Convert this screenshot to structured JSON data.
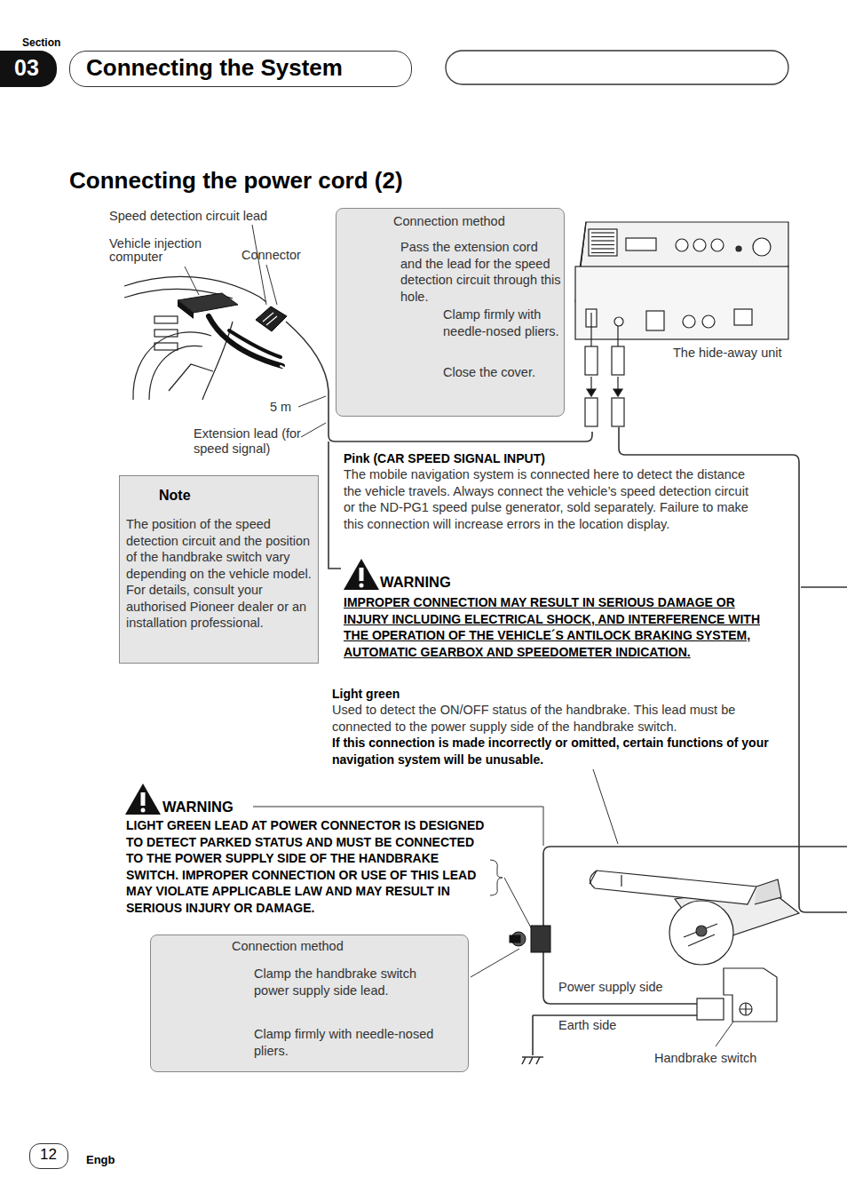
{
  "diagram": {
    "title": "Connecting the power cord (2)",
    "nodes": [
      {
        "text": [
          "03"
        ]
      },
      {
        "text": [
          "Connecting the System"
        ]
      },
      {
        "text": [
          "Connection method",
          "Pass the extension cord and the lead for the speed detection circuit through this hole.",
          "Clamp firmly with needle-nosed pliers.",
          "Close the cover."
        ]
      },
      {
        "text": [
          "Note",
          "The position of the speed detection circuit and the position of the handbrake switch vary depending on the vehicle model. For details, consult your authorised Pioneer dealer or an installation professional."
        ]
      },
      {
        "text": [
          "Connection method",
          "Clamp the handbrake switch power supply side lead.",
          "Clamp firmly with needle-nosed pliers."
        ]
      },
      {
        "text": [
          "12"
        ]
      }
    ],
    "labels": [
      "Section",
      "Speed detection circuit lead",
      "Vehicle injection computer",
      "Connector",
      "5 m",
      "Extension lead (for speed signal)",
      "The hide-away unit",
      "Pink (CAR SPEED SIGNAL INPUT)",
      "The mobile navigation system is connected here to detect the distance the vehicle travels. Always connect the vehicle’s speed detection circuit or the ND-PG1 speed pulse generator, sold separately. Failure to make this connection will increase errors in the location display.",
      "WARNING",
      "IMPROPER CONNECTION MAY RESULT IN SERIOUS DAMAGE OR INJURY INCLUDING ELECTRICAL SHOCK, AND INTERFERENCE WITH THE OPERATION OF THE VEHICLE´S ANTILOCK BRAKING SYSTEM, AUTOMATIC GEARBOX AND SPEEDOMETER INDICATION.",
      "Light green",
      "Used to detect the ON/OFF status of the handbrake. This lead must be connected to the power supply side of the handbrake switch.",
      "If this connection is made incorrectly or omitted, certain functions of your navigation system will be unusable.",
      "WARNING",
      "LIGHT GREEN LEAD AT POWER CONNECTOR IS DESIGNED TO DETECT PARKED STATUS AND MUST BE CONNECTED TO THE POWER SUPPLY SIDE OF THE HANDBRAKE SWITCH. IMPROPER CONNECTION OR USE OF THIS LEAD MAY VIOLATE APPLICABLE LAW AND MAY RESULT IN SERIOUS INJURY OR DAMAGE.",
      "Power supply side",
      "Earth side",
      "Handbrake switch",
      "Engb"
    ]
  }
}
